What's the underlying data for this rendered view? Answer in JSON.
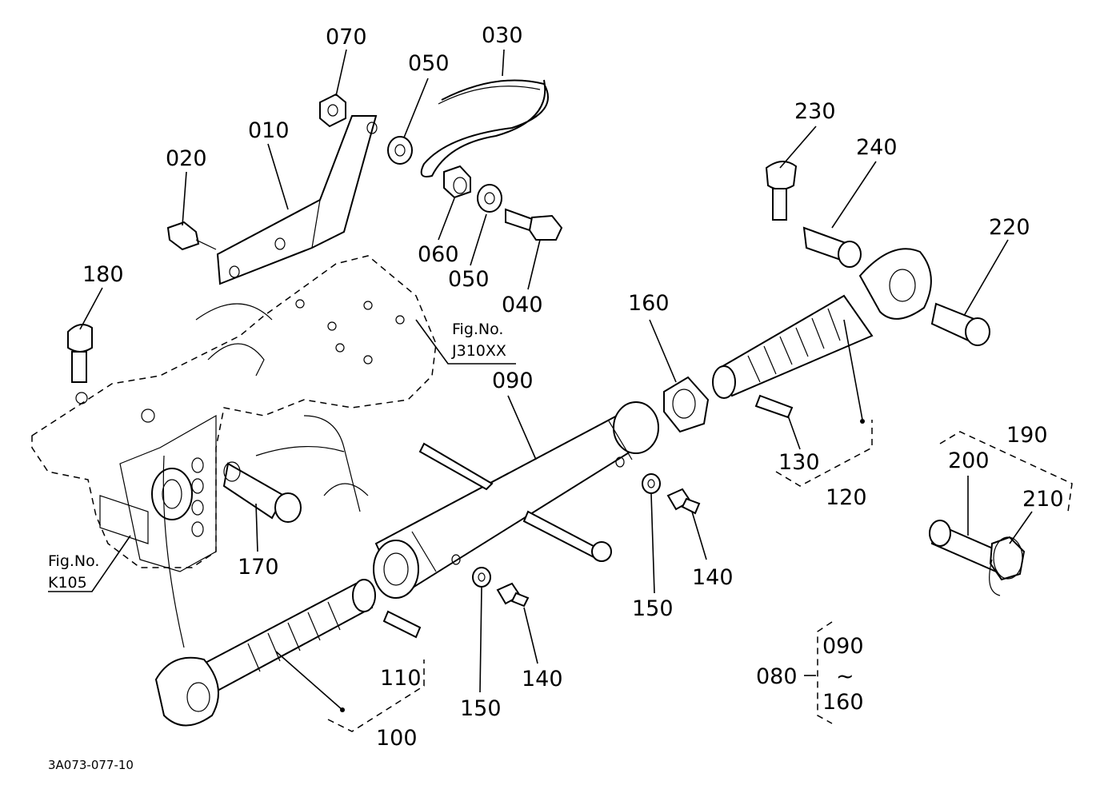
{
  "labels": {
    "p010": "010",
    "p020": "020",
    "p030": "030",
    "p040": "040",
    "p050a": "050",
    "p050b": "050",
    "p060": "060",
    "p070": "070",
    "p080": "080",
    "p090": "090",
    "p090b": "090",
    "p100": "100",
    "p110": "110",
    "p120": "120",
    "p130": "130",
    "p140a": "140",
    "p140b": "140",
    "p150a": "150",
    "p150b": "150",
    "p160": "160",
    "p160b": "160",
    "p170": "170",
    "p180": "180",
    "p190": "190",
    "p200": "200",
    "p210": "210",
    "p220": "220",
    "p230": "230",
    "p240": "240",
    "tilde": "~"
  },
  "refs": {
    "fig_j_title": "Fig.No.",
    "fig_j_id": "J310XX",
    "fig_k_title": "Fig.No.",
    "fig_k_id": "K105"
  },
  "drawing_code": "3A073-077-10"
}
